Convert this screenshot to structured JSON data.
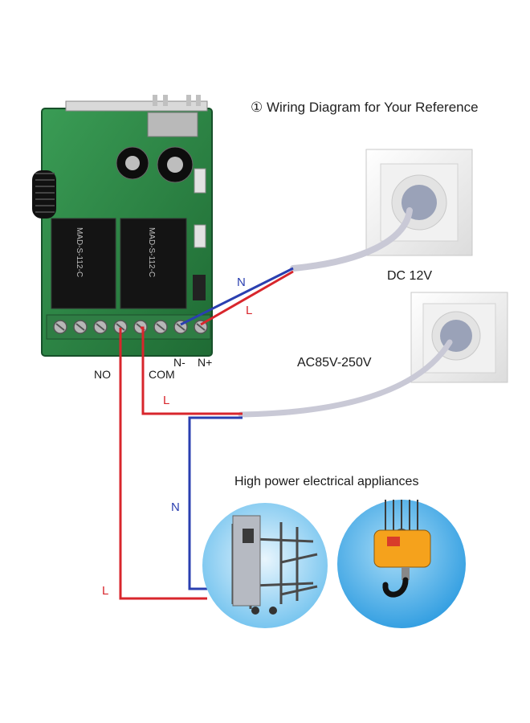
{
  "title": "① Wiring Diagram for Your Reference",
  "outlets": {
    "dc_label": "DC 12V",
    "ac_label": "AC85V-250V"
  },
  "appliances": {
    "label": "High power electrical appliances",
    "icons": [
      "gate-appliance-icon",
      "crane-hook-icon"
    ]
  },
  "terminals": {
    "no": "NO",
    "com": "COM",
    "n_minus": "N-",
    "n_plus": "N+"
  },
  "wire_labels": {
    "n_dc": "N",
    "l_dc": "L",
    "l_ac": "L",
    "n_load": "N",
    "l_load": "L"
  },
  "board_text": {
    "relay1": "MAD-S-112-C",
    "relay2": "MAD-S-112-C"
  },
  "colors": {
    "live_wire": "#d8262c",
    "neutral_wire": "#2a3fb0",
    "cable": "#c9c9d6",
    "pcb": "#2f8a46"
  }
}
